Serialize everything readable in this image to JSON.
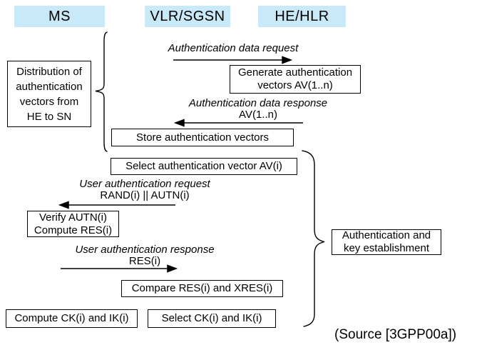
{
  "actors": [
    {
      "label": "MS"
    },
    {
      "label": "VLR/SGSN"
    },
    {
      "label": "HE/HLR"
    }
  ],
  "messages": [
    {
      "label": "Authentication data request",
      "sublabel": "",
      "from": "VLR/SGSN",
      "to": "HE/HLR",
      "direction": "right"
    },
    {
      "label": "Authentication data response",
      "sublabel": "AV(1..n)",
      "from": "HE/HLR",
      "to": "VLR/SGSN",
      "direction": "left"
    },
    {
      "label": "User authentication request",
      "sublabel": "RAND(i) || AUTN(i)",
      "from": "VLR/SGSN",
      "to": "MS",
      "direction": "left"
    },
    {
      "label": "User authentication response",
      "sublabel": "RES(i)",
      "from": "MS",
      "to": "VLR/SGSN",
      "direction": "right"
    }
  ],
  "boxes": {
    "generate": "Generate authentication\nvectors AV(1..n)",
    "store": "Store authentication vectors",
    "select_av": "Select authentication vector AV(i)",
    "verify": "Verify AUTN(i)\nCompute RES(i)",
    "compare": "Compare RES(i) and XRES(i)",
    "compute_ck": "Compute CK(i) and IK(i)",
    "select_ck": "Select CK(i) and IK(i)"
  },
  "annotations": {
    "distribution": "Distribution of\nauthentication\nvectors from\nHE to SN",
    "auth_key_establishment": "Authentication and\nkey establishment",
    "source": "(Source [3GPP00a])"
  },
  "colors": {
    "actor_fill": "#c9e8f8",
    "line": "#000000",
    "background": "#ffffff"
  }
}
